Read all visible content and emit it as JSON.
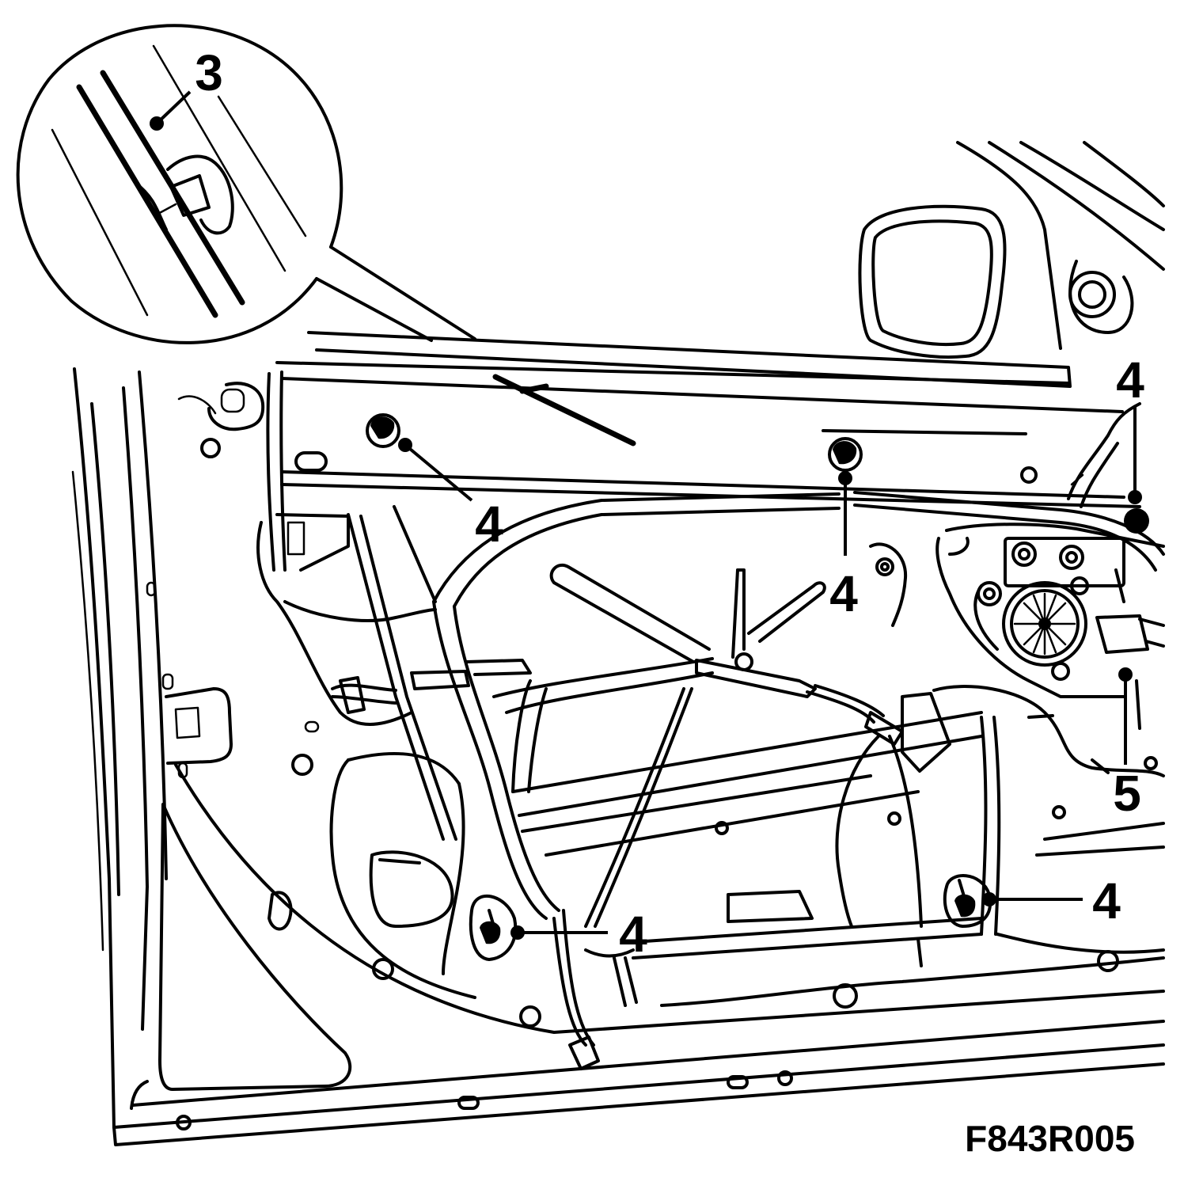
{
  "figure_code": "F843R005",
  "callouts": [
    {
      "id": "callout-3",
      "text": "3"
    },
    {
      "id": "callout-4-upper-left",
      "text": "4"
    },
    {
      "id": "callout-4-upper-middle",
      "text": "4"
    },
    {
      "id": "callout-4-upper-right",
      "text": "4"
    },
    {
      "id": "callout-4-lower-middle",
      "text": "4"
    },
    {
      "id": "callout-4-lower-right",
      "text": "4"
    },
    {
      "id": "callout-5",
      "text": "5"
    }
  ]
}
